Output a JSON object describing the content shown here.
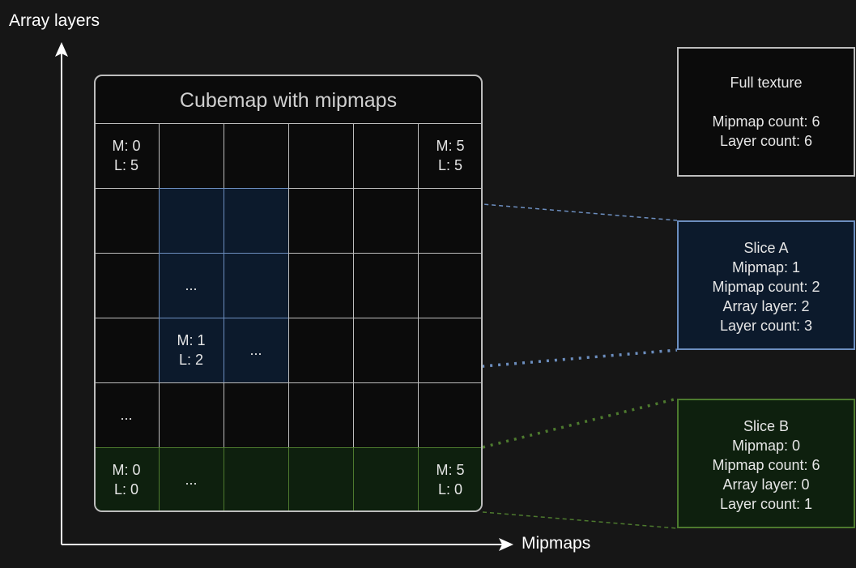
{
  "axes": {
    "y_label": "Array layers",
    "x_label": "Mipmaps"
  },
  "main": {
    "title": "Cubemap with mipmaps",
    "rows": [
      [
        "M: 0\nL: 5",
        "",
        "",
        "",
        "",
        "M: 5\nL: 5"
      ],
      [
        "",
        "",
        "",
        "",
        "",
        ""
      ],
      [
        "",
        "...",
        "",
        "",
        "",
        ""
      ],
      [
        "",
        "M: 1\nL: 2",
        "...",
        "",
        "",
        ""
      ],
      [
        "...",
        "",
        "",
        "",
        "",
        ""
      ],
      [
        "M: 0\nL: 0",
        "...",
        "",
        "",
        "",
        "M: 5\nL: 0"
      ]
    ]
  },
  "full_texture": {
    "title": "Full texture",
    "mipmap_count": "Mipmap count: 6",
    "layer_count": "Layer count: 6"
  },
  "slice_a": {
    "title": "Slice A",
    "mipmap": "Mipmap: 1",
    "mipmap_count": "Mipmap count: 2",
    "array_layer": "Array layer: 2",
    "layer_count": "Layer count: 3"
  },
  "slice_b": {
    "title": "Slice B",
    "mipmap": "Mipmap: 0",
    "mipmap_count": "Mipmap count: 6",
    "array_layer": "Array layer: 0",
    "layer_count": "Layer count: 1"
  },
  "colors": {
    "slice_a_fill": "#0c1a2c",
    "slice_a_stroke": "#6c8ebf",
    "slice_b_fill": "#0e200e",
    "slice_b_stroke": "#4d7a2e",
    "background": "#161616"
  }
}
